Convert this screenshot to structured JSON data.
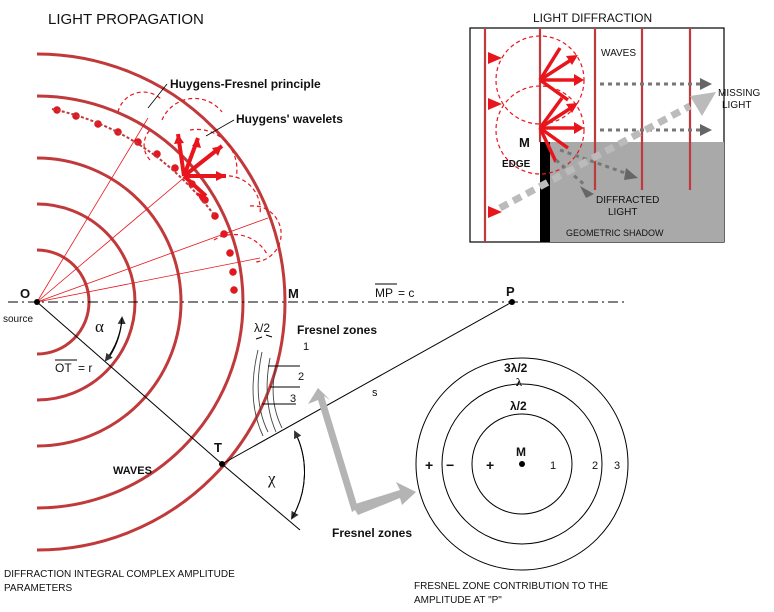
{
  "titles": {
    "main": "LIGHT PROPAGATION",
    "inset": "LIGHT DIFFRACTION",
    "bottom_left_line1": "DIFFRACTION INTEGRAL COMPLEX AMPLITUDE",
    "bottom_left_line2": "PARAMETERS",
    "bottom_right_line1": "FRESNEL ZONE CONTRIBUTION TO THE",
    "bottom_right_line2": "AMPLITUDE AT \"P\""
  },
  "labels": {
    "huygens_fresnel": "Huygens-Fresnel principle",
    "huygens_wavelets": "Huygens' wavelets",
    "point_o": "O",
    "source": "source",
    "point_m": "M",
    "point_p": "P",
    "point_t": "T",
    "mp_bar": "MP",
    "mp_eq": " = c",
    "ot_bar": "OT",
    "ot_eq": " = r",
    "alpha": "α",
    "chi": "χ",
    "s": "s",
    "lambda_half": "λ/2",
    "fresnel_zones_top": "Fresnel zones",
    "zone1": "1",
    "zone2": "2",
    "zone3": "3",
    "waves": "WAVES",
    "fresnel_zones_bottom": "Fresnel zones"
  },
  "inset": {
    "waves": "WAVES",
    "missing_light_1": "MISSING",
    "missing_light_2": "LIGHT",
    "m": "M",
    "edge": "EDGE",
    "diffracted_1": "DIFFRACTED",
    "diffracted_2": "LIGHT",
    "geometric_shadow": "GEOMETRIC SHADOW"
  },
  "zones": {
    "outer": "3λ/2",
    "middle": "λ",
    "inner": "λ/2",
    "center": "M",
    "n1": "1",
    "n2": "2",
    "n3": "3",
    "plus_left": "+",
    "minus": "−",
    "plus_inner": "+"
  },
  "colors": {
    "wave_red": "#c0393b",
    "bright_red": "#e8161c",
    "grey_arrow": "#b4b4b4",
    "shadow_grey": "#a9a9a9",
    "black": "#000000"
  }
}
